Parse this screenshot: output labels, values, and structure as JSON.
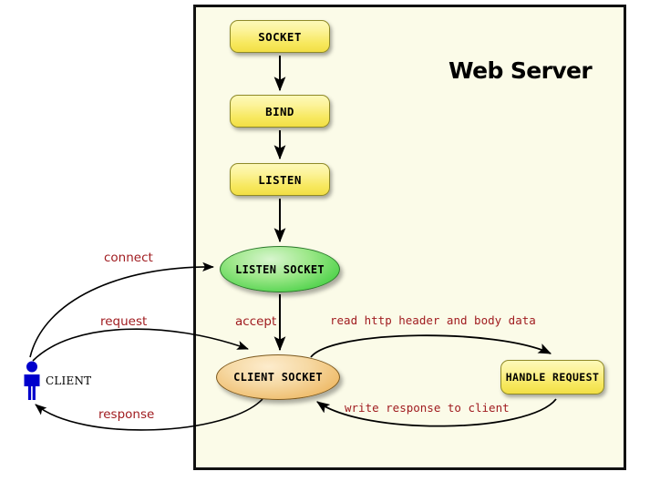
{
  "diagram": {
    "title": "Web Server",
    "container_label": "Web Server",
    "background_color": "#fbfbe8",
    "border_color": "#111111",
    "label_color": "#a01c20"
  },
  "nodes": {
    "socket": {
      "label": "SOCKET",
      "shape": "rounded-rect",
      "color": "#f7e85e"
    },
    "bind": {
      "label": "BIND",
      "shape": "rounded-rect",
      "color": "#f7e85e"
    },
    "listen": {
      "label": "LISTEN",
      "shape": "rounded-rect",
      "color": "#f7e85e"
    },
    "listen_socket": {
      "label": "LISTEN SOCKET",
      "shape": "ellipse",
      "color": "#4ed24a"
    },
    "client_socket": {
      "label": "CLIENT SOCKET",
      "shape": "ellipse",
      "color": "#eaa845"
    },
    "handle_request": {
      "label": "HANDLE REQUEST",
      "shape": "rounded-rect",
      "color": "#f7e85e"
    },
    "client": {
      "label": "CLIENT",
      "shape": "actor",
      "color": "#0000cc"
    }
  },
  "edges": [
    {
      "id": "socket-bind",
      "from": "socket",
      "to": "bind",
      "label": ""
    },
    {
      "id": "bind-listen",
      "from": "bind",
      "to": "listen",
      "label": ""
    },
    {
      "id": "listen-listen_socket",
      "from": "listen",
      "to": "listen_socket",
      "label": ""
    },
    {
      "id": "client-listen_socket",
      "from": "client",
      "to": "listen_socket",
      "label": "connect"
    },
    {
      "id": "client-client_socket",
      "from": "client",
      "to": "client_socket",
      "label": "request"
    },
    {
      "id": "client_socket-client",
      "from": "client_socket",
      "to": "client",
      "label": "response"
    },
    {
      "id": "listen_socket-client_socket",
      "from": "listen_socket",
      "to": "client_socket",
      "label": "accept"
    },
    {
      "id": "client_socket-handle_request",
      "from": "client_socket",
      "to": "handle_request",
      "label": "read http header and body data"
    },
    {
      "id": "handle_request-client_socket",
      "from": "handle_request",
      "to": "client_socket",
      "label": "write response to client"
    }
  ],
  "labels": {
    "connect": "connect",
    "request": "request",
    "response": "response",
    "accept": "accept",
    "read_http": "read http header and body data",
    "write_response": "write response to client"
  }
}
